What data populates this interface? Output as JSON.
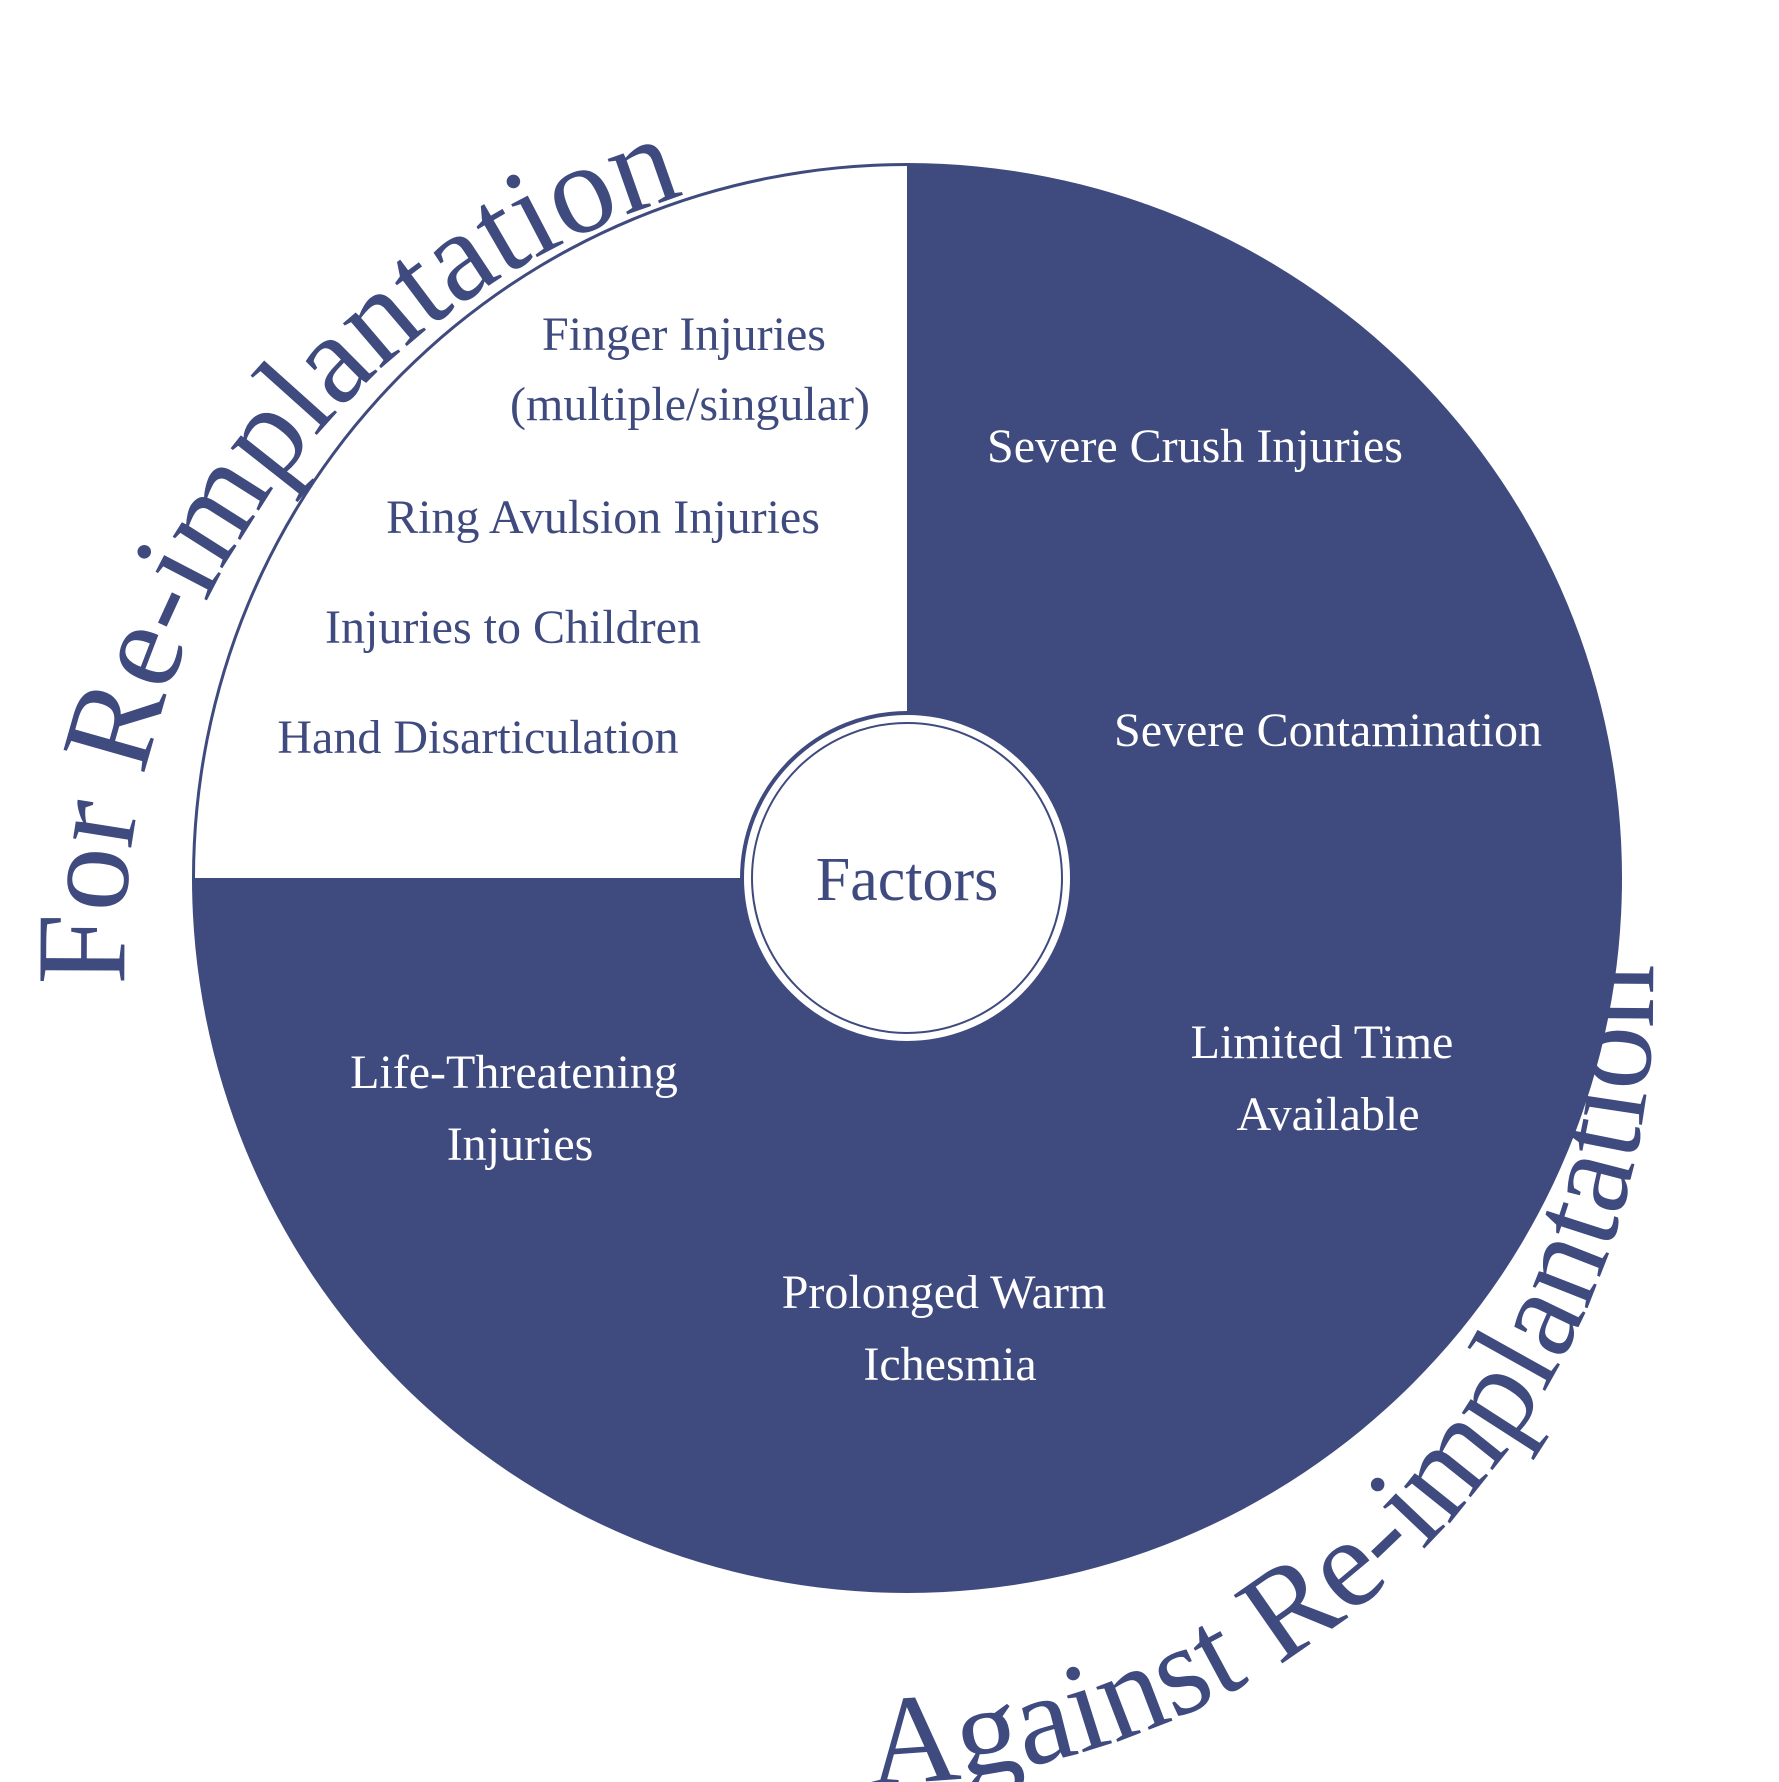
{
  "colors": {
    "navy": "#3f4a7e",
    "white": "#ffffff"
  },
  "arc_labels": {
    "for": "For Re-implantation",
    "against": "Against Re-implantation"
  },
  "center": {
    "label": "Factors"
  },
  "for_items": [
    {
      "lines": [
        "Finger Injuries",
        "(multiple/singular)"
      ]
    },
    {
      "lines": [
        "Ring Avulsion Injuries"
      ]
    },
    {
      "lines": [
        "Injuries to Children"
      ]
    },
    {
      "lines": [
        "Hand Disarticulation"
      ]
    }
  ],
  "against_items": [
    {
      "lines": [
        "Severe Crush Injuries"
      ]
    },
    {
      "lines": [
        "Severe Contamination"
      ]
    },
    {
      "lines": [
        "Limited Time",
        "Available"
      ]
    },
    {
      "lines": [
        "Prolonged Warm",
        "Ichesmia"
      ]
    },
    {
      "lines": [
        "Life-Threatening",
        "Injuries"
      ]
    }
  ]
}
